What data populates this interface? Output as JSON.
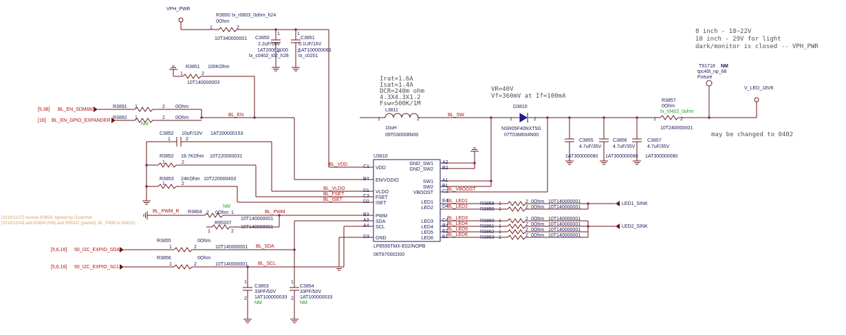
{
  "title": "",
  "power": {
    "vph_pwr": "VPH_PWR",
    "v_led": "V_LED_18V6",
    "fixture_ref": "T91718",
    "fixture_nm": "NM",
    "fixture_fp": "tpc40t_np_68",
    "fixture_label": "Fixture"
  },
  "notes": {
    "voltage_l1": "8 inch - 18~22V",
    "voltage_l2": "10 inch - 29V for light",
    "voltage_l3": "dark/monitor is closed -- VPH_PWR",
    "change_0402": "may be changed to 0402",
    "history_1": "[2018/11/27] remove R3854; Agreed by Customer",
    "history_2": "[2018/12/24] add R3804 (NM) and R95337 (placed), BL_PWM to GND(0)",
    "inductor_1": "Irat=1.6A",
    "inductor_2": "Isat=1.4A",
    "inductor_3": "DCR=240m ohm",
    "inductor_4": "4.3X4.3X1.2",
    "inductor_5": "Fsw=500K/1M",
    "diode_1": "VR=40V",
    "diode_2": "Vf=360mV at If=100mA"
  },
  "nets": {
    "bl_en": "BL_EN",
    "bl_sw": "BL_SW",
    "bl_vdd": "BL_VDD",
    "bl_vldo": "BL_VLDO",
    "bl_fset": "BL_FSET",
    "bl_iset": "BL_ISET",
    "bl_pwm": "BL_PWM",
    "bl_pwm_r": "BL_PWM_R",
    "bl_sda": "BL_SDA",
    "bl_scl": "BL_SCL",
    "bl_vboost": "BL_VBOOST",
    "bl_led1": "BL_LED1",
    "bl_led2": "BL_LED2",
    "bl_led3": "BL_LED3",
    "bl_led4": "BL_LED4",
    "bl_led5": "BL_LED5",
    "bl_led6": "BL_LED6",
    "led1_sink": "LED1_SINK",
    "led2_sink": "LED2_SINK"
  },
  "offpage": {
    "en_sdm_ref": "[5,38]",
    "en_sdm": "BL_EN_SDM660",
    "en_gpio_ref": "[16]",
    "en_gpio": "BL_EN_GPIO_EXPANDER",
    "sda_ref": "[5,6,16]",
    "sda": "50_I2C_EXPIO_SDA",
    "scl_ref": "[5,6,16]",
    "scl": "50_I2C_EXPIO_SCL"
  },
  "ic": {
    "ref": "U3810",
    "part": "LP8556TMX-E02/NOPB",
    "pn": "06T870002I00",
    "left_pins": [
      {
        "num": "C1",
        "name": "VDD"
      },
      {
        "num": "B4",
        "name": "EN/VDDIO"
      },
      {
        "num": "D1",
        "name": "VLDO"
      },
      {
        "num": "C3",
        "name": "FSET"
      },
      {
        "num": "D2",
        "name": "ISET"
      },
      {
        "num": "B3",
        "name": "PWM"
      },
      {
        "num": "A3",
        "name": "SDA"
      },
      {
        "num": "A4",
        "name": "SCL"
      },
      {
        "num": "D3",
        "name": "GND"
      }
    ],
    "right_pins": [
      {
        "num": "A2",
        "name": "GND_SW1"
      },
      {
        "num": "B2",
        "name": "GND_SW2"
      },
      {
        "num": "A1",
        "name": "SW1"
      },
      {
        "num": "B1",
        "name": "SW2"
      },
      {
        "num": "C2",
        "name": "VBOOST"
      },
      {
        "num": "E4",
        "name": "LED1"
      },
      {
        "num": "D4",
        "name": "LED2"
      },
      {
        "num": "C4",
        "name": "LED3"
      },
      {
        "num": "B4",
        "name": "LED4"
      },
      {
        "num": "E2",
        "name": "LED5"
      },
      {
        "num": "E1",
        "name": "LED6"
      }
    ]
  },
  "components": {
    "r3850": {
      "ref": "R3850",
      "fp": "tx_r0603_0ohm_h24",
      "val": "0Ohm",
      "pn": "10T340000001",
      "p1": "1",
      "p2": "2"
    },
    "c3850": {
      "ref": "C3850",
      "val": "2.2uF/16V",
      "pn": "1AT200011I00",
      "fp": "tx_c0402_t02_h28",
      "p1": "1",
      "p2": "2"
    },
    "c3851": {
      "ref": "C3851",
      "val": "0.1UF/16V",
      "pn": "1AT100000063",
      "fp": "tx_c0201",
      "p1": "1",
      "p2": "2"
    },
    "r3851": {
      "ref": "R3851",
      "val": "100KOhm",
      "pn": "10T140000003",
      "p1": "1",
      "p2": "2"
    },
    "r3891": {
      "ref": "R3891",
      "val": "0Ohm",
      "p1": "1",
      "p2": "2"
    },
    "r3892": {
      "ref": "R3892",
      "val": "0Ohm",
      "nm": "NM",
      "p1": "1",
      "p2": "2"
    },
    "c3852": {
      "ref": "C3852",
      "val": "10uF/10V",
      "pn": "1AT200000153",
      "p1": "1",
      "p2": "2"
    },
    "r3852": {
      "ref": "R3852",
      "val": "18.7KOhm",
      "pn": "10T220000031",
      "p1": "1",
      "p2": "2"
    },
    "r3853": {
      "ref": "R3853",
      "val": "24KOhm",
      "pn": "10T220000403",
      "p1": "1",
      "p2": "2"
    },
    "r3804": {
      "ref": "R3804",
      "val": "0Ohm",
      "pn": "10T140000001",
      "nm": "NM",
      "p1": "2",
      "p2": "1"
    },
    "r95337": {
      "ref": "R95337",
      "pn": "10T140000001",
      "p1": "1",
      "p2": "2"
    },
    "r3855": {
      "ref": "R3855",
      "val": "0Ohm",
      "pn": "10T140000001",
      "p1": "1",
      "p2": "2"
    },
    "r3856": {
      "ref": "R3856",
      "val": "0Ohm",
      "pn": "10T140000001",
      "p1": "1",
      "p2": "2"
    },
    "c3853": {
      "ref": "C3853",
      "val": "33PF/50V",
      "pn": "1AT100000033",
      "nm": "NM",
      "p1": "1",
      "p2": "2"
    },
    "c3854": {
      "ref": "C3854",
      "val": "33PF/50V",
      "pn": "1AT100000033",
      "nm": "NM",
      "p1": "1",
      "p2": "2"
    },
    "l3811": {
      "ref": "L3811",
      "val": "10uH",
      "pn": "09T030008N00",
      "p1": "1",
      "p2": "2"
    },
    "d3810": {
      "ref": "D3810",
      "part": "NSR05F40NXT5G",
      "pn": "07T03M004N00",
      "p1": "1",
      "p2": "2"
    },
    "c3855": {
      "ref": "C3855",
      "val": "4.7uF/35V",
      "pn": "1AT300000080"
    },
    "c3856": {
      "ref": "C3856",
      "val": "4.7uF/35V",
      "pn": "1AT300000080"
    },
    "c3857": {
      "ref": "C3857",
      "val": "4.7uF/35V",
      "pn": "1AT300000080"
    },
    "r3857": {
      "ref": "R3857",
      "val": "0Ohm",
      "fp": "tx_r0402_0ohm",
      "pn": "10T240000001",
      "p1": "1",
      "p2": "2"
    },
    "r3858": {
      "ref": "R3858",
      "val": "0Ohm",
      "pn": "10T140000001",
      "p1": "1",
      "p2": "2"
    },
    "r3859": {
      "ref": "R3859",
      "val": "0Ohm",
      "pn": "10T140000001",
      "p1": "1",
      "p2": "2"
    },
    "r3860": {
      "ref": "R3860",
      "val": "0Ohm",
      "pn": "10T140000001",
      "p1": "1",
      "p2": "2"
    },
    "r3861": {
      "ref": "R3861",
      "val": "0Ohm",
      "pn": "10T140000001",
      "p1": "1",
      "p2": "2"
    },
    "r3862": {
      "ref": "R3862",
      "val": "0Ohm",
      "pn": "10T140000001",
      "p1": "1",
      "p2": "2"
    },
    "r3863": {
      "ref": "R3863",
      "val": "0Ohm",
      "pn": "10T140000001",
      "p1": "1",
      "p2": "2"
    }
  }
}
